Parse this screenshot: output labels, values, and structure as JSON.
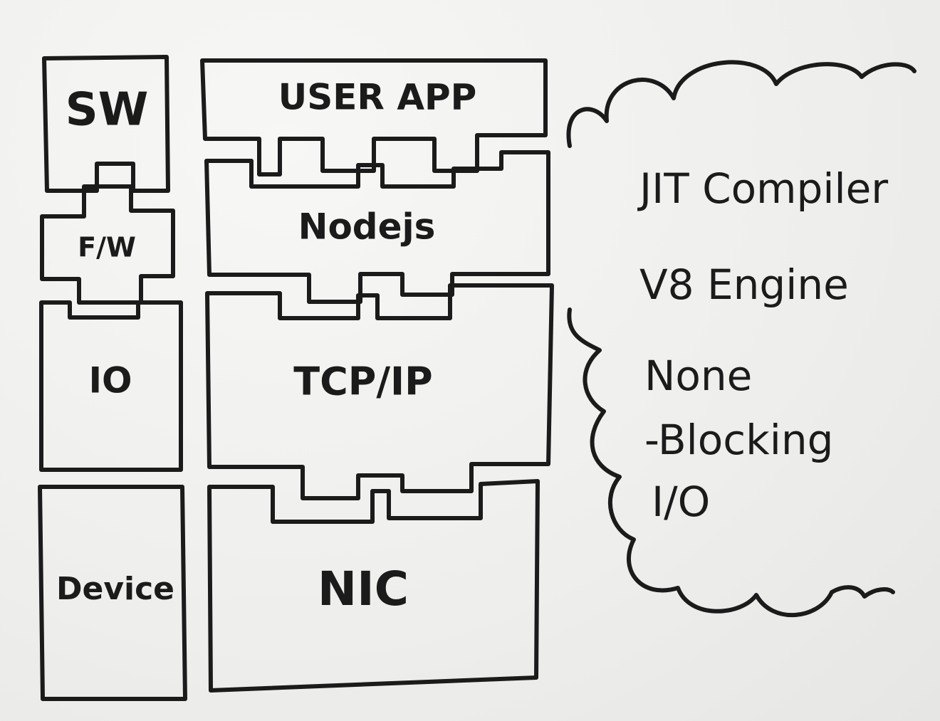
{
  "layers": {
    "sw": "SW",
    "fw": "F/W",
    "io": "IO",
    "device": "Device",
    "user_app": "USER APP",
    "nodejs": "Nodejs",
    "tcpip": "TCP/IP",
    "nic": "NIC"
  },
  "cloud": {
    "line1": "JIT Compiler",
    "line2": "V8 Engine",
    "line3": "None",
    "line4": "-Blocking",
    "line5": "I/O"
  },
  "colors": {
    "ink": "#1b1b1b",
    "paper": "#f4f4f2"
  }
}
